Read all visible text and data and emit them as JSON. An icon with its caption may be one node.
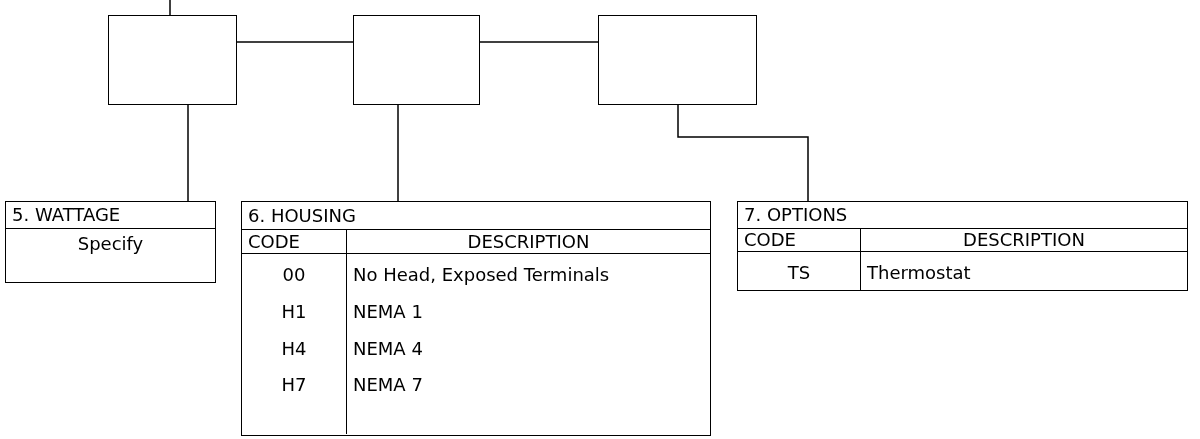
{
  "diagram": {
    "nodes": [
      {
        "text": [],
        "shape": "box"
      },
      {
        "text": [],
        "shape": "box"
      },
      {
        "text": [],
        "shape": "box"
      },
      {
        "text": [
          "5. WATTAGE",
          "Specify"
        ]
      },
      {
        "text": [
          "6. HOUSING",
          "CODE",
          "DESCRIPTION",
          "00",
          "No Head, Exposed Terminals",
          "H1",
          "NEMA 1",
          "H4",
          "NEMA 4",
          "H7",
          "NEMA 7"
        ]
      },
      {
        "text": [
          "7. OPTIONS",
          "CODE",
          "DESCRIPTION",
          "TS",
          "Thermostat"
        ]
      }
    ],
    "edges": [
      {
        "from": null,
        "to": 0,
        "arrow": "none"
      },
      {
        "from": 0,
        "to": 1,
        "arrow": "none"
      },
      {
        "from": 1,
        "to": 2,
        "arrow": "none"
      },
      {
        "from": 0,
        "to": 3,
        "arrow": "none"
      },
      {
        "from": 1,
        "to": 4,
        "arrow": "none"
      },
      {
        "from": 2,
        "to": 5,
        "arrow": "none"
      }
    ]
  }
}
